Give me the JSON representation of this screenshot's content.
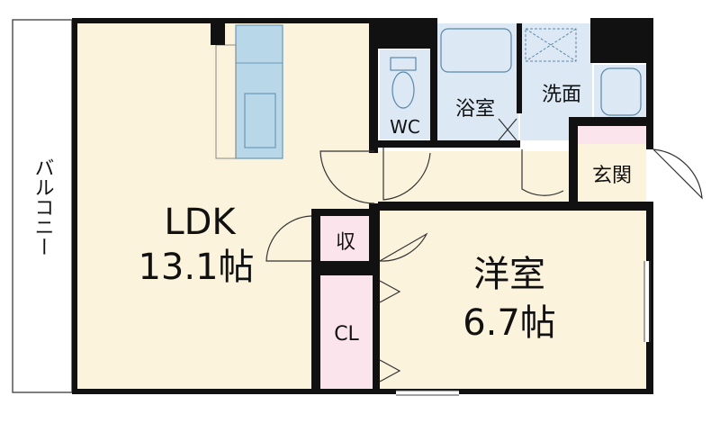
{
  "rooms": {
    "ldk": {
      "name": "LDK",
      "size": "13.1帖"
    },
    "western": {
      "name": "洋室",
      "size": "6.7帖"
    },
    "wc": {
      "name": "WC"
    },
    "bath": {
      "name": "浴室"
    },
    "washroom": {
      "name": "洗面"
    },
    "entrance": {
      "name": "玄関"
    },
    "storage": {
      "name": "収"
    },
    "closet": {
      "name": "CL"
    },
    "balcony": {
      "name": "バルコニー"
    }
  },
  "colors": {
    "ldk_floor": "#fbf3dc",
    "wet_area": "#dce9f5",
    "storage": "#fbe4ec",
    "wall": "#111111",
    "counter": "#b8d8ea"
  }
}
